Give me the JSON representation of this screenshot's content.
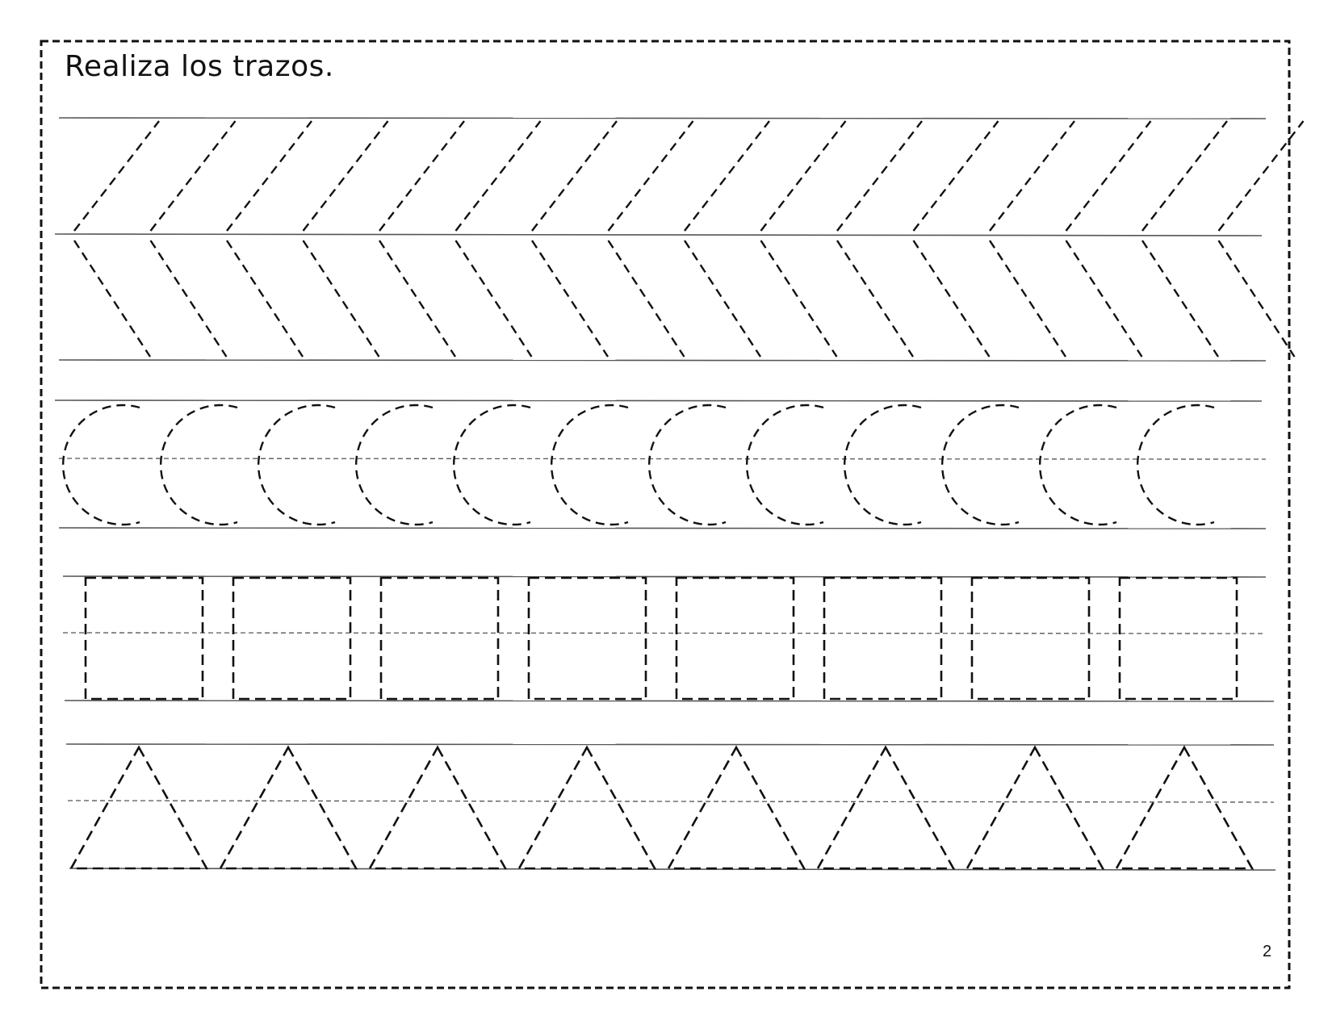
{
  "worksheet": {
    "instruction": "Realiza los trazos.",
    "page_number": "2"
  },
  "rows": [
    {
      "pattern": "diagonal-slash-lines",
      "count": 16
    },
    {
      "pattern": "diagonal-backslash-lines",
      "count": 16
    },
    {
      "pattern": "c-curves",
      "count": 12
    },
    {
      "pattern": "rectangles",
      "count": 8
    },
    {
      "pattern": "triangles",
      "count": 8
    }
  ],
  "colors": {
    "ink": "#111111",
    "guide_line": "#555555",
    "background": "#ffffff"
  }
}
